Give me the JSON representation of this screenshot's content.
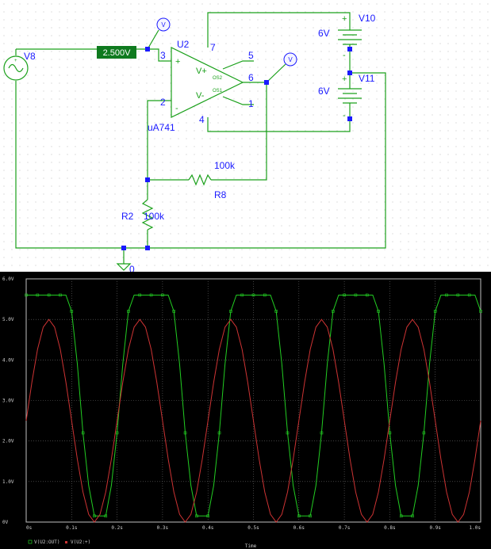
{
  "schematic": {
    "colors": {
      "wire": "#1aa01a",
      "text": "#1a1aff",
      "node": "#1a1aff",
      "probe_fill": "#f4f4ff"
    },
    "source_v8": "V8",
    "voltage_marker": "2.500V",
    "probe_letter": "V",
    "opamp": {
      "name": "U2",
      "model": "uA741",
      "vplus": "V+",
      "vminus": "V-",
      "os2": "OS2",
      "os1": "OS1",
      "pin_plus": "+",
      "pin_minus": "-",
      "pins": {
        "p3": "3",
        "p2": "2",
        "p7": "7",
        "p4": "4",
        "p5": "5",
        "p6": "6",
        "p1": "1"
      }
    },
    "battery_top": {
      "name": "V10",
      "value": "6V",
      "plus": "+",
      "minus": "-"
    },
    "battery_bot": {
      "name": "V11",
      "value": "6V",
      "plus": "+",
      "minus": "-"
    },
    "r8": {
      "name": "R8",
      "value": "100k"
    },
    "r2": {
      "name": "R2",
      "value": "100k"
    },
    "ground": "0"
  },
  "chart_data": {
    "type": "line",
    "title": "",
    "xlabel": "Time",
    "ylabel": "",
    "xlim": [
      0,
      1.0
    ],
    "ylim": [
      0,
      6.0
    ],
    "grid": true,
    "background": "#000000",
    "x_ticks": [
      "0s",
      "0.1s",
      "0.2s",
      "0.3s",
      "0.4s",
      "0.5s",
      "0.6s",
      "0.7s",
      "0.8s",
      "0.9s",
      "1.0s"
    ],
    "y_ticks": [
      "0V",
      "1.0V",
      "2.0V",
      "3.0V",
      "4.0V",
      "5.0V",
      "6.0V"
    ],
    "legend_placement": "bottom-left",
    "series": [
      {
        "name": "V(U2:OUT)",
        "color": "#22cc22",
        "x": [
          0,
          0.0125,
          0.025,
          0.0375,
          0.05,
          0.0625,
          0.075,
          0.0875,
          0.1,
          0.1125,
          0.125,
          0.1375,
          0.15,
          0.1625,
          0.175,
          0.1875,
          0.2,
          0.2125,
          0.225,
          0.2375,
          0.25,
          0.2625,
          0.275,
          0.2875,
          0.3,
          0.3125,
          0.325,
          0.3375,
          0.35,
          0.3625,
          0.375,
          0.3875,
          0.4,
          0.4125,
          0.425,
          0.4375,
          0.45,
          0.4625,
          0.475,
          0.4875,
          0.5,
          0.5125,
          0.525,
          0.5375,
          0.55,
          0.5625,
          0.575,
          0.5875,
          0.6,
          0.6125,
          0.625,
          0.6375,
          0.65,
          0.6625,
          0.675,
          0.6875,
          0.7,
          0.7125,
          0.725,
          0.7375,
          0.75,
          0.7625,
          0.775,
          0.7875,
          0.8,
          0.8125,
          0.825,
          0.8375,
          0.85,
          0.8625,
          0.875,
          0.8875,
          0.9,
          0.9125,
          0.925,
          0.9375,
          0.95,
          0.9625,
          0.975,
          0.9875,
          1.0
        ],
        "values": [
          5.6,
          5.6,
          5.6,
          5.6,
          5.6,
          5.6,
          5.6,
          5.6,
          5.2,
          3.9,
          2.2,
          0.9,
          0.15,
          0.15,
          0.15,
          0.9,
          2.2,
          3.9,
          5.2,
          5.6,
          5.6,
          5.6,
          5.6,
          5.6,
          5.6,
          5.6,
          5.2,
          3.9,
          2.2,
          0.9,
          0.15,
          0.15,
          0.15,
          0.9,
          2.2,
          3.9,
          5.2,
          5.6,
          5.6,
          5.6,
          5.6,
          5.6,
          5.6,
          5.6,
          5.2,
          3.9,
          2.2,
          0.9,
          0.15,
          0.15,
          0.15,
          0.9,
          2.2,
          3.9,
          5.2,
          5.6,
          5.6,
          5.6,
          5.6,
          5.6,
          5.6,
          5.6,
          5.2,
          3.9,
          2.2,
          0.9,
          0.15,
          0.15,
          0.15,
          0.9,
          2.2,
          3.9,
          5.2,
          5.6,
          5.6,
          5.6,
          5.6,
          5.6,
          5.6,
          5.6,
          5.2
        ]
      },
      {
        "name": "V(U2:+)",
        "color": "#cc3333",
        "x": [
          0,
          0.0125,
          0.025,
          0.0375,
          0.05,
          0.0625,
          0.075,
          0.0875,
          0.1,
          0.1125,
          0.125,
          0.1375,
          0.15,
          0.1625,
          0.175,
          0.1875,
          0.2,
          0.2125,
          0.225,
          0.2375,
          0.25,
          0.2625,
          0.275,
          0.2875,
          0.3,
          0.3125,
          0.325,
          0.3375,
          0.35,
          0.3625,
          0.375,
          0.3875,
          0.4,
          0.4125,
          0.425,
          0.4375,
          0.45,
          0.4625,
          0.475,
          0.4875,
          0.5,
          0.5125,
          0.525,
          0.5375,
          0.55,
          0.5625,
          0.575,
          0.5875,
          0.6,
          0.6125,
          0.625,
          0.6375,
          0.65,
          0.6625,
          0.675,
          0.6875,
          0.7,
          0.7125,
          0.725,
          0.7375,
          0.75,
          0.7625,
          0.775,
          0.7875,
          0.8,
          0.8125,
          0.825,
          0.8375,
          0.85,
          0.8625,
          0.875,
          0.8875,
          0.9,
          0.9125,
          0.925,
          0.9375,
          0.95,
          0.9625,
          0.975,
          0.9875,
          1.0
        ],
        "values": [
          2.5,
          3.45,
          4.26,
          4.81,
          5.0,
          4.81,
          4.26,
          3.45,
          2.5,
          1.55,
          0.74,
          0.19,
          0.0,
          0.19,
          0.74,
          1.55,
          2.5,
          3.45,
          4.26,
          4.81,
          5.0,
          4.81,
          4.26,
          3.45,
          2.5,
          1.55,
          0.74,
          0.19,
          0.0,
          0.19,
          0.74,
          1.55,
          2.5,
          3.45,
          4.26,
          4.81,
          5.0,
          4.81,
          4.26,
          3.45,
          2.5,
          1.55,
          0.74,
          0.19,
          0.0,
          0.19,
          0.74,
          1.55,
          2.5,
          3.45,
          4.26,
          4.81,
          5.0,
          4.81,
          4.26,
          3.45,
          2.5,
          1.55,
          0.74,
          0.19,
          0.0,
          0.19,
          0.74,
          1.55,
          2.5,
          3.45,
          4.26,
          4.81,
          5.0,
          4.81,
          4.26,
          3.45,
          2.5,
          1.55,
          0.74,
          0.19,
          0.0,
          0.19,
          0.74,
          1.55,
          2.5
        ]
      }
    ]
  }
}
